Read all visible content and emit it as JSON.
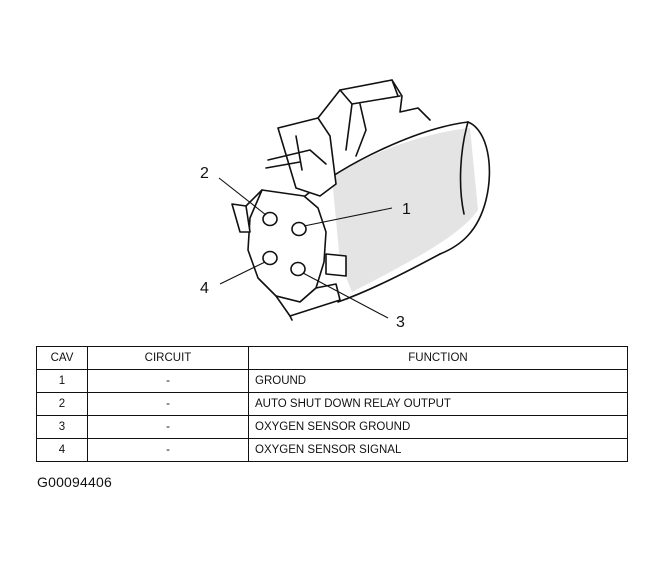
{
  "callouts": {
    "pin1": "1",
    "pin2": "2",
    "pin3": "3",
    "pin4": "4"
  },
  "table": {
    "headers": {
      "cav": "CAV",
      "circuit": "CIRCUIT",
      "function": "FUNCTION"
    },
    "rows": [
      {
        "cav": "1",
        "circuit": "-",
        "function": "GROUND"
      },
      {
        "cav": "2",
        "circuit": "-",
        "function": "AUTO SHUT DOWN RELAY OUTPUT"
      },
      {
        "cav": "3",
        "circuit": "-",
        "function": "OXYGEN SENSOR GROUND"
      },
      {
        "cav": "4",
        "circuit": "-",
        "function": "OXYGEN SENSOR SIGNAL"
      }
    ]
  },
  "figure_id": "G00094406"
}
